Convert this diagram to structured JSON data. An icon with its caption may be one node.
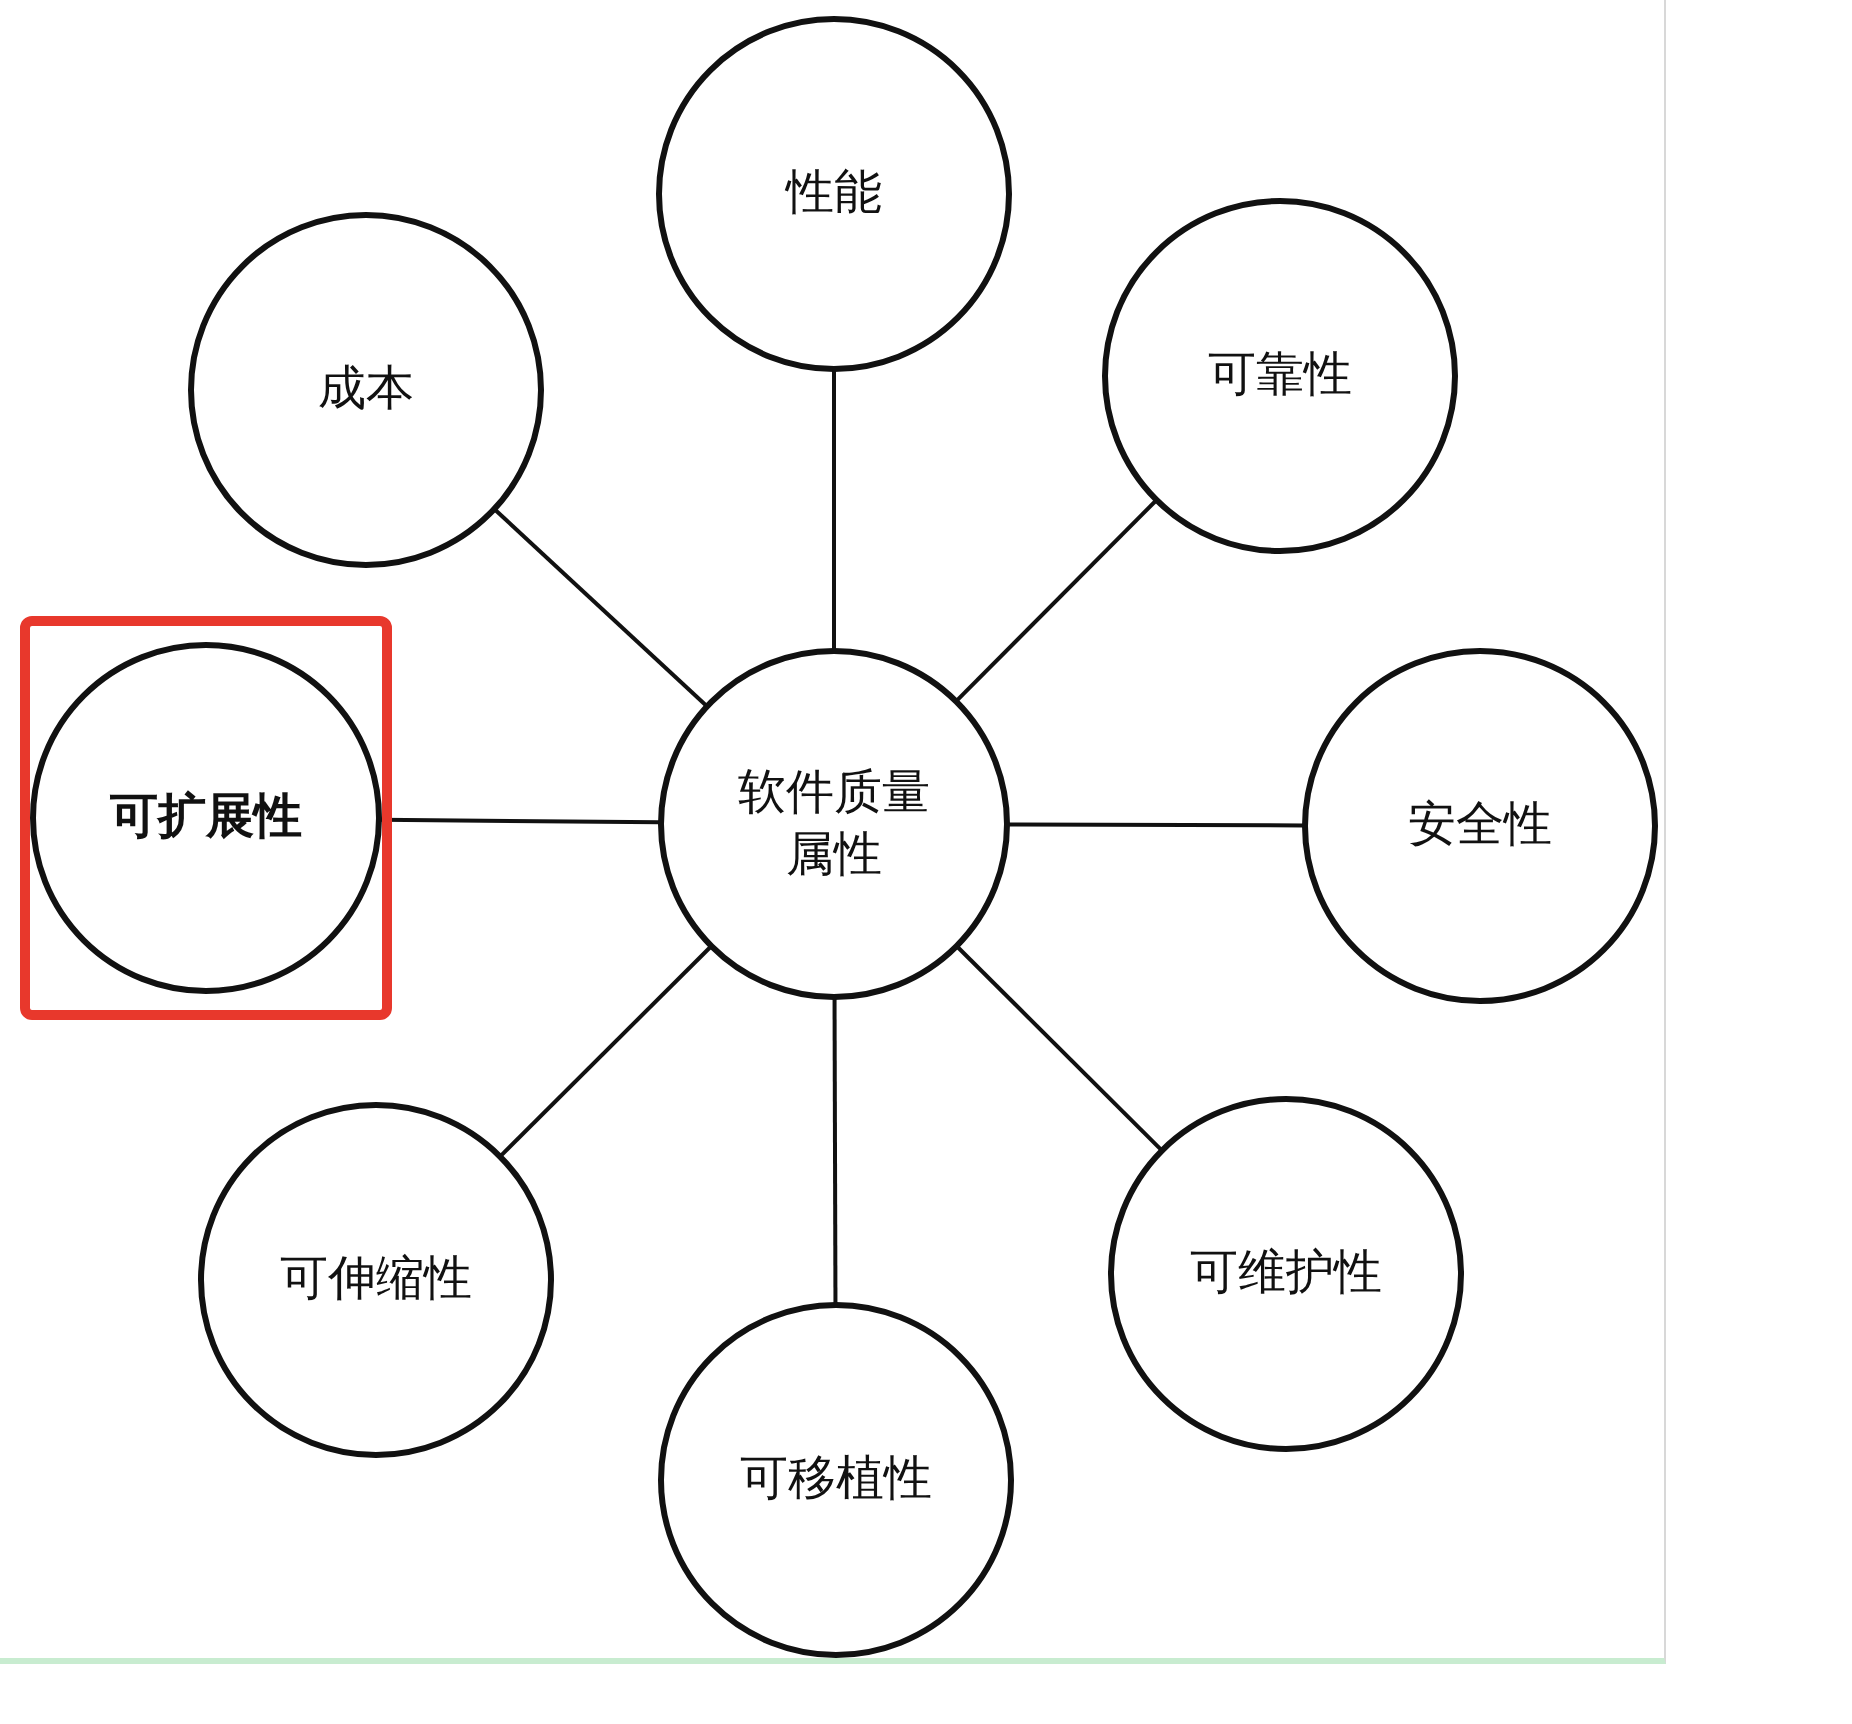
{
  "diagram": {
    "nodes": [
      {
        "text": [
          "性能"
        ]
      },
      {
        "text": [
          "成本"
        ]
      },
      {
        "text": [
          "可靠性"
        ]
      },
      {
        "text": [],
        "shape": "box"
      },
      {
        "text": [
          "可扩展性"
        ],
        "in": 3
      },
      {
        "text": [
          "软件质量属性"
        ]
      },
      {
        "text": [
          "安全性"
        ]
      },
      {
        "text": [
          "可伸缩性"
        ]
      },
      {
        "text": [
          "可维护性"
        ]
      },
      {
        "text": [
          "可移植性"
        ]
      }
    ],
    "edges": [
      {
        "from": 5,
        "to": 0,
        "arrow": "none"
      },
      {
        "from": 5,
        "to": 1,
        "arrow": "none"
      },
      {
        "from": 5,
        "to": 2,
        "arrow": "none"
      },
      {
        "from": 5,
        "to": 4,
        "arrow": "none"
      },
      {
        "from": 5,
        "to": 6,
        "arrow": "none"
      },
      {
        "from": 5,
        "to": 7,
        "arrow": "none"
      },
      {
        "from": 5,
        "to": 8,
        "arrow": "none"
      },
      {
        "from": 5,
        "to": 9,
        "arrow": "none"
      }
    ]
  }
}
